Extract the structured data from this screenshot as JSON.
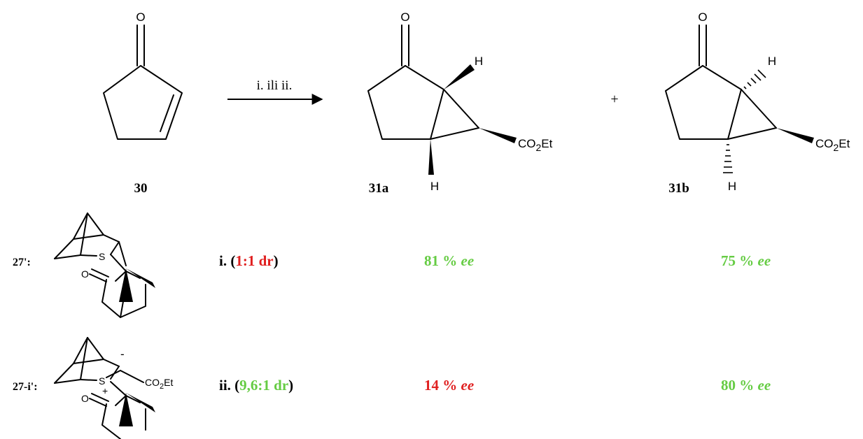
{
  "compounds": {
    "c30": {
      "label": "30"
    },
    "c31a": {
      "label": "31a"
    },
    "c31b": {
      "label": "31b"
    }
  },
  "reaction": {
    "conditions": "i. ili ii.",
    "plus": "+"
  },
  "atoms": {
    "O": "O",
    "H": "H",
    "S": "S",
    "CO": "CO",
    "two": "2",
    "Et": "Et",
    "minus": "-",
    "plusCharge": "+"
  },
  "reagents": [
    {
      "label": "27'",
      "colon": ":",
      "row_label": "i. (",
      "dr": "1:1 dr",
      "close": ")",
      "dr_color": "#e02020",
      "ee_a": "81 %",
      "ee_a_color": "#66cc44",
      "ee_b": "75 %",
      "ee_b_color": "#66cc44",
      "ee_word": "ee"
    },
    {
      "label": "27-i'",
      "colon": ":",
      "row_label": "ii. (",
      "dr": "9,6:1 dr",
      "close": ")",
      "dr_color": "#66cc44",
      "ee_a": "14 %",
      "ee_a_color": "#e02020",
      "ee_b": "80 %",
      "ee_b_color": "#66cc44",
      "ee_word": "ee"
    }
  ]
}
